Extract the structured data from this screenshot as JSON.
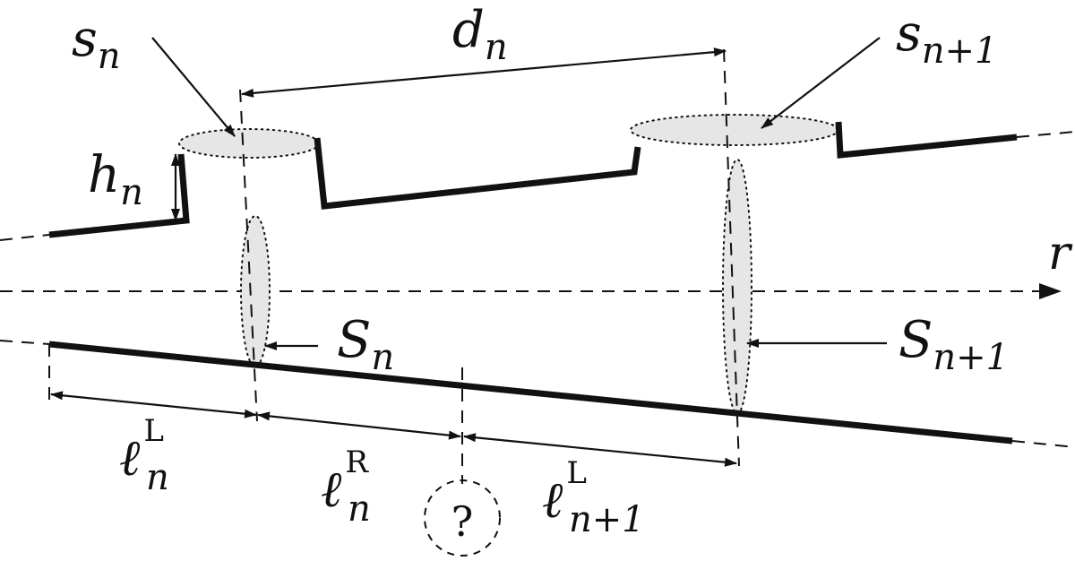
{
  "labels": {
    "s_n": {
      "base": "s",
      "sub": "n"
    },
    "d_n": {
      "base": "d",
      "sub": "n"
    },
    "s_n1": {
      "base": "s",
      "sub": "n+1"
    },
    "h_n": {
      "base": "h",
      "sub": "n"
    },
    "r": "r",
    "S_n": {
      "base": "S",
      "sub": "n"
    },
    "S_n1": {
      "base": "S",
      "sub": "n+1"
    },
    "l_L_n": {
      "base": "ℓ",
      "sup": "L",
      "sub": "n"
    },
    "l_R_n": {
      "base": "ℓ",
      "sup": "R",
      "sub": "n"
    },
    "l_L_n1": {
      "base": "ℓ",
      "sup": "L",
      "sub": "n+1"
    },
    "unknown": "?"
  }
}
